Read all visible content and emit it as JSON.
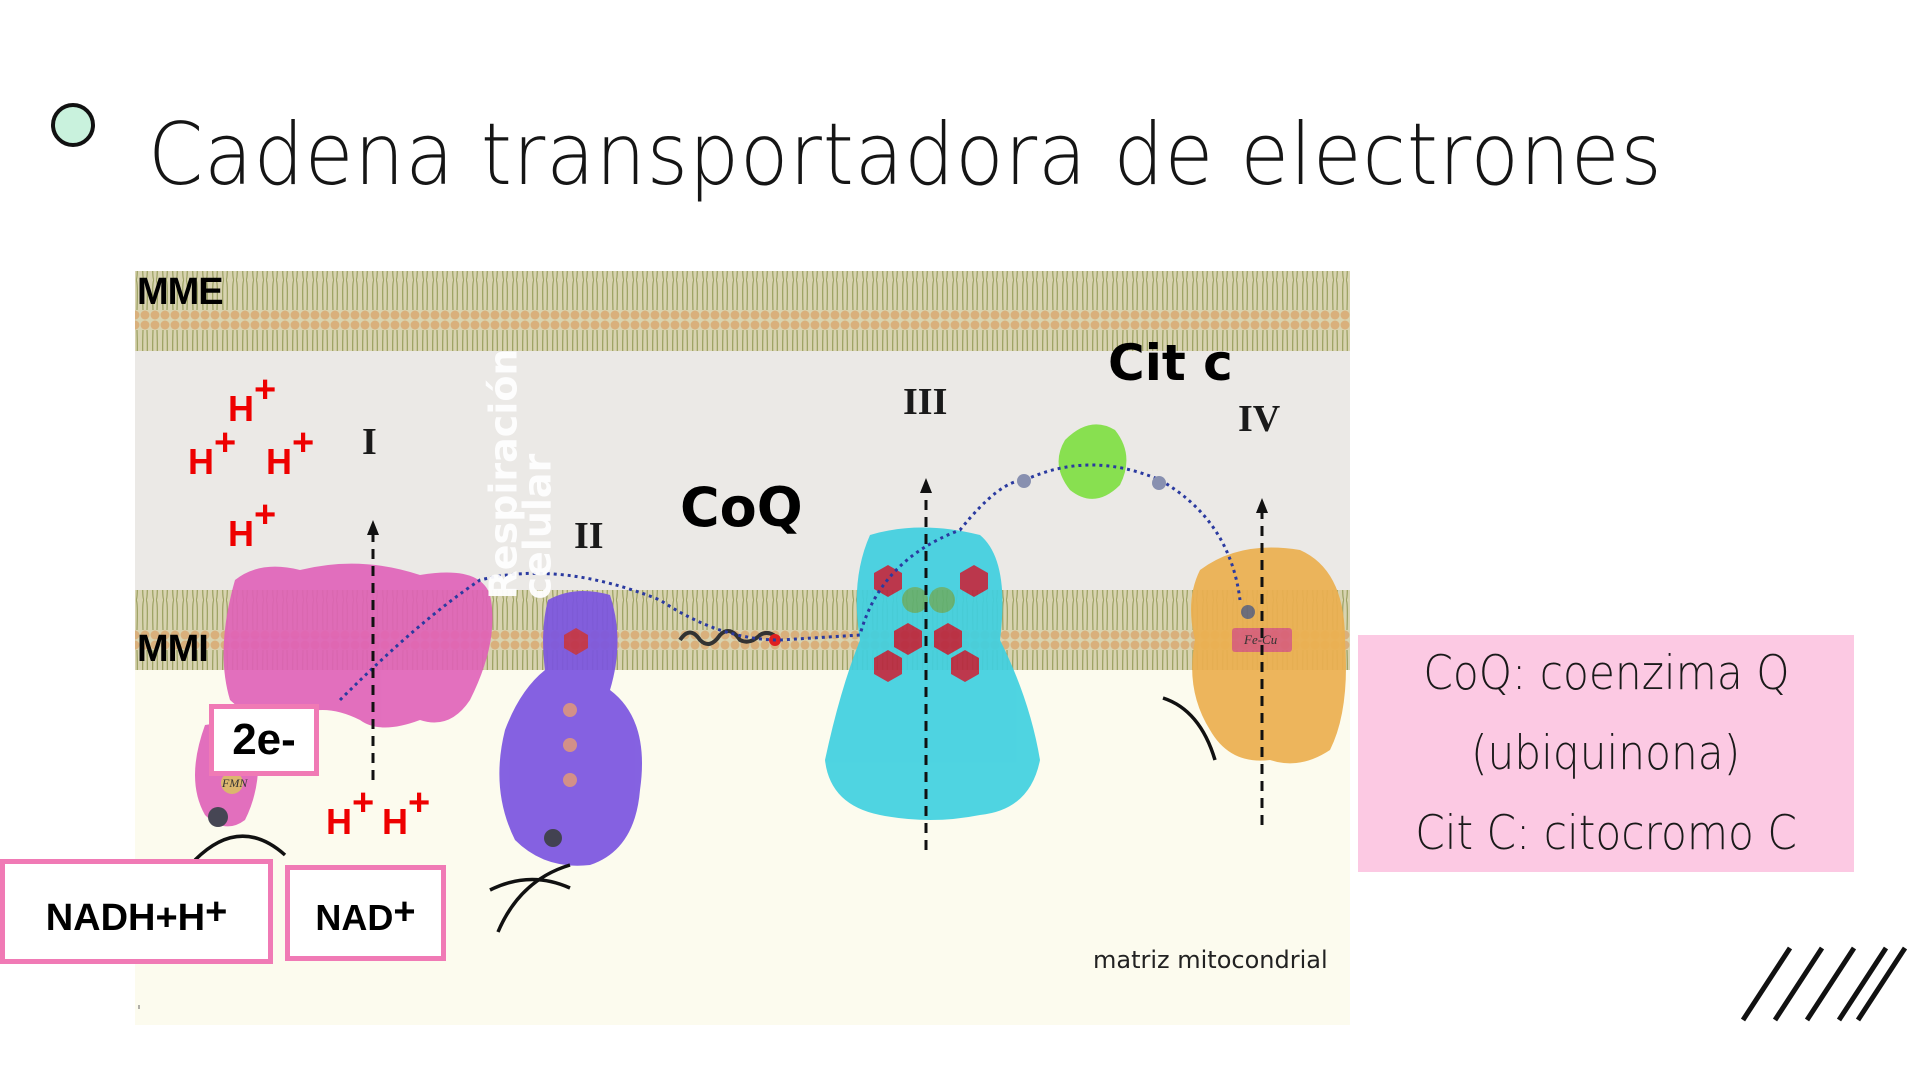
{
  "slide": {
    "title": "Cadena transportadora de electrones",
    "bullet_color": "#c9f2dd"
  },
  "diagram": {
    "membrane_outer": "MME",
    "membrane_inner": "MMI",
    "watermark": [
      "Respiración",
      "celular"
    ],
    "complexes": [
      "I",
      "II",
      "III",
      "IV"
    ],
    "coq_label": "CoQ",
    "citc_label": "Cit c",
    "proton": "H",
    "proton_charge": "+",
    "electrons_label": "2e-",
    "nadh_label": "NADH+H",
    "nad_label": "NAD",
    "charge": "+",
    "matrix_label": "matriz mitocondrial",
    "cofactor_labels": [
      "FMN",
      "Fe-Cu"
    ],
    "colors": {
      "complex_I": "#e060b8",
      "complex_II": "#7b55e0",
      "complex_III": "#40d0e0",
      "complex_IV": "#ecb050",
      "cit_c": "#88e050",
      "proton": "#ee0000",
      "box_border": "#f07ab5",
      "intermembrane": "#ebe9e6",
      "matrix": "#fcfbee"
    }
  },
  "legend": {
    "lines": [
      "CoQ: coenzima Q",
      "(ubiquinona)",
      "Cit C: citocromo C"
    ],
    "background": "#fcc9e3"
  },
  "decoration": {
    "icon": "slash-lines-icon"
  }
}
